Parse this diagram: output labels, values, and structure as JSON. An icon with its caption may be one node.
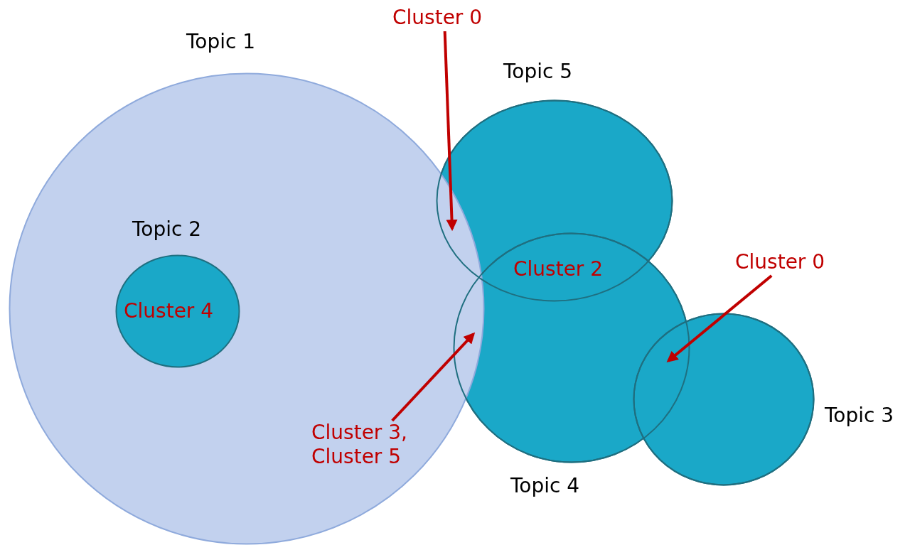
{
  "diagram": {
    "nodes": [
      {
        "text": [
          "Topic 1"
        ]
      },
      {
        "text": [
          "Topic 2",
          "Cluster 4"
        ],
        "in": 0
      },
      {
        "text": [
          "Topic 5"
        ]
      },
      {
        "text": [
          "Topic 4"
        ]
      },
      {
        "text": [
          "Topic 3"
        ]
      },
      {
        "text": [
          "Cluster 0"
        ]
      },
      {
        "text": [
          "Cluster 0"
        ]
      },
      {
        "text": [
          "Cluster 3, Cluster 5"
        ],
        "in": 0
      }
    ],
    "edges": [
      {
        "from": 5,
        "to": 2,
        "arrow": "to"
      },
      {
        "from": 6,
        "to": 4,
        "arrow": "to"
      },
      {
        "from": 7,
        "to": 3,
        "arrow": "to"
      }
    ],
    "labels": [
      "Cluster 2"
    ]
  }
}
